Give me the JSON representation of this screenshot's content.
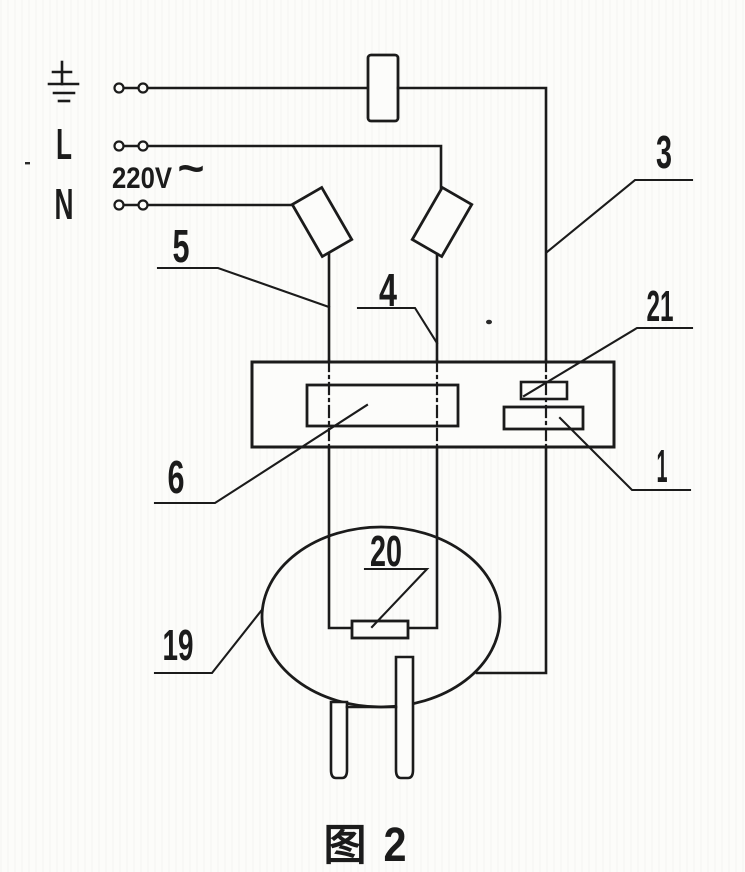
{
  "figure_caption": {
    "hanzi": "图",
    "number": "2"
  },
  "supply": {
    "voltage": "220V",
    "ac_symbol": "~",
    "live_label": "L",
    "neutral_label": "N",
    "ground_icon": "earth-ground"
  },
  "callouts": {
    "c1": "1",
    "c3": "3",
    "c4": "4",
    "c5": "5",
    "c6": "6",
    "c19": "19",
    "c20": "20",
    "c21": "21"
  },
  "colors": {
    "ink": "#1b1b1b",
    "paper": "#fcfcfa"
  }
}
